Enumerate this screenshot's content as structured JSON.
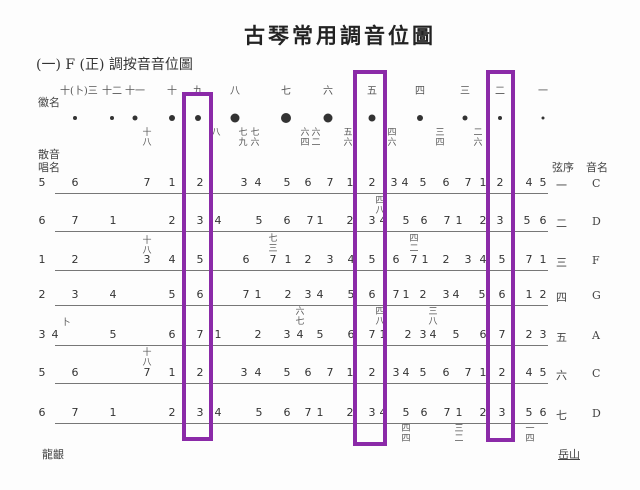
{
  "title": "古琴常用調音位圖",
  "subtitle": "(一) F (正) 調按音音位圖",
  "labels": {
    "hui_name": "徽名",
    "open_string": "散音",
    "sing_name": "唱名",
    "string_order": "弦序",
    "pitch_name": "音名",
    "longyin": "龍齦",
    "yueshan": "岳山"
  },
  "hui": [
    "十(卜)三",
    "十二",
    "十一",
    "十",
    "九",
    "八",
    "七",
    "六",
    "五",
    "四",
    "三",
    "二",
    "一"
  ],
  "hui_fractions": [
    "十八",
    "八",
    "七九",
    "七六",
    "六四",
    "六二",
    "五六",
    "四六",
    "三四",
    "二六"
  ],
  "rows": [
    {
      "string": "一",
      "pitch": "C",
      "notes": [
        "5",
        "6",
        "7",
        "1",
        "2",
        "3",
        "4",
        "5",
        "6",
        "7",
        "1",
        "2",
        "3",
        "4",
        "5",
        "6",
        "7",
        "1",
        "2",
        "4",
        "5"
      ]
    },
    {
      "string": "二",
      "pitch": "D",
      "notes": [
        "6",
        "7",
        "1",
        "2",
        "3",
        "4",
        "5",
        "6",
        "7",
        "1",
        "2",
        "3",
        "4",
        "5",
        "6",
        "7",
        "1",
        "2",
        "3",
        "5",
        "6"
      ]
    },
    {
      "string": "三",
      "pitch": "F",
      "notes": [
        "1",
        "2",
        "3",
        "4",
        "5",
        "6",
        "7",
        "1",
        "2",
        "3",
        "4",
        "5",
        "6",
        "7",
        "1",
        "2",
        "3",
        "4",
        "5",
        "7",
        "1"
      ]
    },
    {
      "string": "四",
      "pitch": "G",
      "notes": [
        "2",
        "3",
        "4",
        "5",
        "6",
        "7",
        "1",
        "2",
        "3",
        "4",
        "5",
        "6",
        "7",
        "1",
        "2",
        "3",
        "4",
        "5",
        "6",
        "1",
        "2"
      ]
    },
    {
      "string": "五",
      "pitch": "A",
      "notes": [
        "3",
        "4",
        "5",
        "6",
        "7",
        "1",
        "2",
        "3",
        "4",
        "5",
        "6",
        "7",
        "1",
        "2",
        "3",
        "4",
        "5",
        "6",
        "7",
        "2",
        "3"
      ]
    },
    {
      "string": "六",
      "pitch": "C",
      "notes": [
        "5",
        "6",
        "7",
        "1",
        "2",
        "3",
        "4",
        "5",
        "6",
        "7",
        "1",
        "2",
        "3",
        "4",
        "5",
        "6",
        "7",
        "1",
        "2",
        "4",
        "5"
      ]
    },
    {
      "string": "七",
      "pitch": "D",
      "notes": [
        "6",
        "7",
        "1",
        "2",
        "3",
        "4",
        "5",
        "6",
        "7",
        "1",
        "2",
        "3",
        "4",
        "5",
        "6",
        "7",
        "1",
        "2",
        "3",
        "5",
        "6"
      ]
    }
  ],
  "annotations": [
    "四八",
    "十八",
    "七三",
    "四二",
    "六七",
    "四八",
    "三八",
    "卜",
    "十八",
    "四四",
    "三二",
    "一四"
  ],
  "highlight_color": "#8b2aa8"
}
